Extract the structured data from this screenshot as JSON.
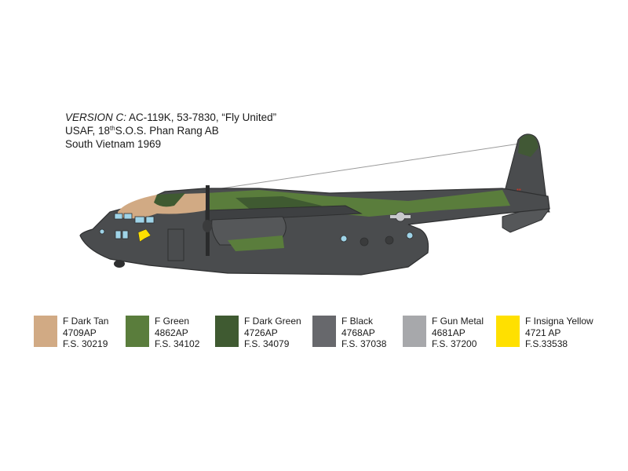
{
  "caption": {
    "version_label": "VERSION C:",
    "version_rest": " AC-119K, 53-7830, “Fly United”",
    "line2_a": "USAF, 18",
    "line2_sup": "th",
    "line2_b": "S.O.S. Phan Rang AB",
    "line3": "South Vietnam 1969"
  },
  "colors": {
    "dark_tan": "#d1aa84",
    "green": "#5a7d3c",
    "dark_green": "#3f5a31",
    "black": "#67686c",
    "gun_metal": "#a7a8ab",
    "insignia_yellow": "#ffe000",
    "fuselage": "#4a4c4e"
  },
  "legend": [
    {
      "name": "F Dark Tan",
      "code": "4709AP",
      "fs": "F.S. 30219",
      "color": "#d1aa84"
    },
    {
      "name": "F Green",
      "code": "4862AP",
      "fs": "F.S. 34102",
      "color": "#5a7d3c"
    },
    {
      "name": "F Dark Green",
      "code": "4726AP",
      "fs": "F.S. 34079",
      "color": "#3f5a31"
    },
    {
      "name": "F Black",
      "code": "4768AP",
      "fs": "F.S. 37038",
      "color": "#67686c"
    },
    {
      "name": "F Gun Metal",
      "code": "4681AP",
      "fs": "F.S. 37200",
      "color": "#a7a8ab"
    },
    {
      "name": "F Insigna Yellow",
      "code": "4721  AP",
      "fs": "F.S.33538",
      "color": "#ffe000"
    }
  ]
}
